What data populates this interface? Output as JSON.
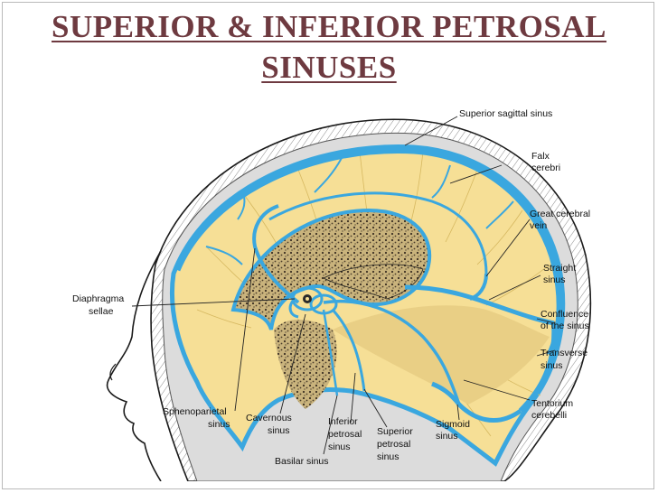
{
  "title": {
    "line1": "SUPERIOR & INFERIOR PETROSAL",
    "line2": "SINUSES"
  },
  "colors": {
    "title": "#6e3a40",
    "sinus_blue": "#3aa7df",
    "brain_yellow": "#f6df96",
    "dura_gray": "#d8d8d8",
    "leader_line": "#222222"
  },
  "labels": {
    "superior_sagittal_sinus": "Superior sagittal sinus",
    "falx_cerebri_1": "Falx",
    "falx_cerebri_2": "cerebri",
    "great_cerebral_vein_1": "Great cerebral",
    "great_cerebral_vein_2": "vein",
    "straight_sinus_1": "Straight",
    "straight_sinus_2": "sinus",
    "confluence_1": "Confluence",
    "confluence_2": "of the sinus",
    "transverse_sinus_1": "Transverse",
    "transverse_sinus_2": "sinus",
    "tentorium_1": "Tentorium",
    "tentorium_2": "cerebelli",
    "sigmoid_sinus_1": "Sigmoid",
    "sigmoid_sinus_2": "sinus",
    "superior_petrosal_1": "Superior",
    "superior_petrosal_2": "petrosal",
    "superior_petrosal_3": "sinus",
    "inferior_petrosal_1": "Inferior",
    "inferior_petrosal_2": "petrosal",
    "inferior_petrosal_3": "sinus",
    "basilar_sinus": "Basilar sinus",
    "cavernous_sinus_1": "Cavernous",
    "cavernous_sinus_2": "sinus",
    "sphenoparietal_sinus_1": "Sphenoparietal",
    "sphenoparietal_sinus_2": "sinus",
    "diaphragma_sellae_1": "Diaphragma",
    "diaphragma_sellae_2": "sellae"
  }
}
